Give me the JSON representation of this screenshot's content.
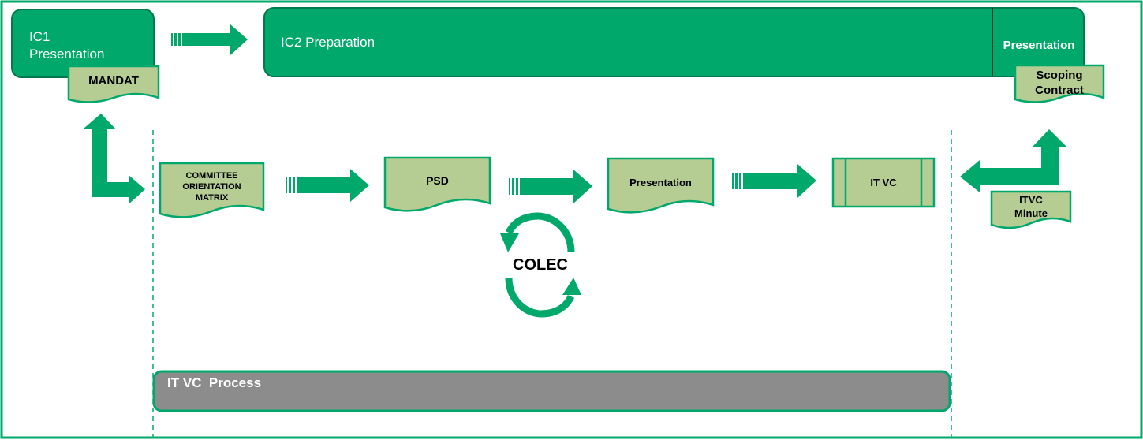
{
  "colors": {
    "green": "#00A86B",
    "green_dark": "#007A4E",
    "doc_fill": "#B5CC92",
    "doc_border": "#00A86B",
    "process_bar": "#8C8C8C",
    "frame": "#00A86B"
  },
  "nodes": {
    "ic1": "IC1\nPresentation",
    "mandat": "MANDAT",
    "ic2_preparation": "IC2 Preparation",
    "ic2_presentation": "Presentation",
    "scoping_contract": "Scoping\nContract",
    "committee_matrix": "COMMITTEE\nORIENTATION\nMATRIX",
    "psd": "PSD",
    "presentation": "Presentation",
    "itvc": "IT VC",
    "itvc_minute": "ITVC\nMinute",
    "colec": "COLEC",
    "process_bar": "IT VC  Process"
  }
}
